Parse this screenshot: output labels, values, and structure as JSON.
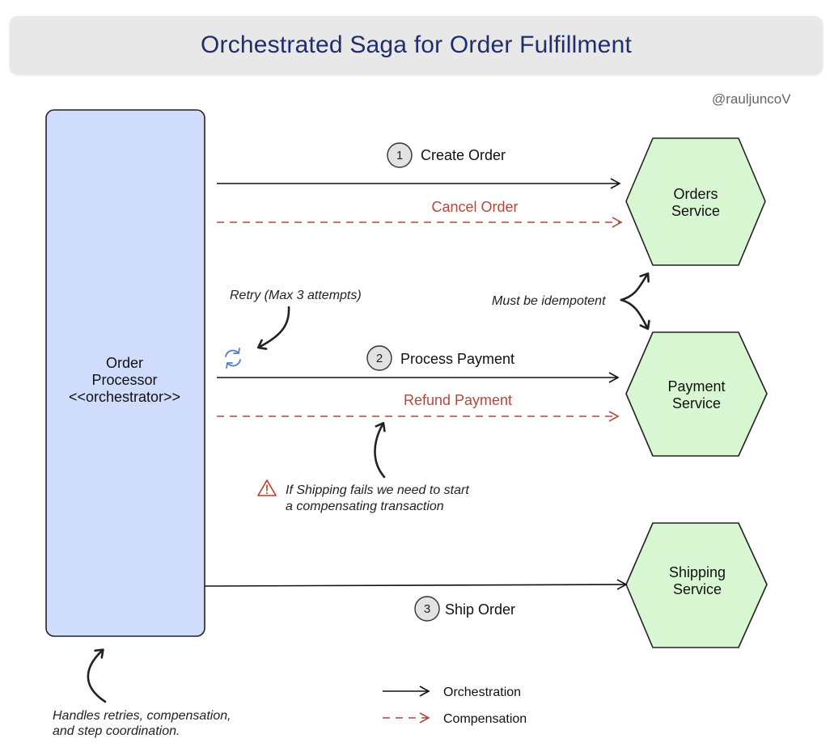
{
  "title": "Orchestrated Saga for Order Fulfillment",
  "handle": "@rauljuncoV",
  "orchestrator": {
    "line1": "Order",
    "line2": "Processor",
    "line3": "<<orchestrator>>"
  },
  "services": {
    "orders": {
      "line1": "Orders",
      "line2": "Service"
    },
    "payment": {
      "line1": "Payment",
      "line2": "Service"
    },
    "shipping": {
      "line1": "Shipping",
      "line2": "Service"
    }
  },
  "steps": {
    "create": {
      "number": "1",
      "label": "Create Order"
    },
    "payment": {
      "number": "2",
      "label": "Process Payment"
    },
    "ship": {
      "number": "3",
      "label": "Ship Order"
    }
  },
  "compensations": {
    "cancel": "Cancel Order",
    "refund": "Refund Payment"
  },
  "notes": {
    "retry": "Retry (Max 3 attempts)",
    "idempotent": "Must be idempotent",
    "shipping_fail_line1": "If Shipping fails we need to start",
    "shipping_fail_line2": "a compensating transaction",
    "handles_line1": "Handles retries, compensation,",
    "handles_line2": "and step coordination."
  },
  "legend": {
    "orchestration": "Orchestration",
    "compensation": "Compensation"
  },
  "colors": {
    "title": "#1f2f6b",
    "orchestrator_fill": "#cfdcfb",
    "service_fill": "#d9f6d3",
    "compensation": "#b04a3f",
    "retry_icon": "#4a7fd6",
    "warning": "#c0392b"
  },
  "icons": {
    "retry": "refresh-icon",
    "warning": "warning-icon"
  }
}
